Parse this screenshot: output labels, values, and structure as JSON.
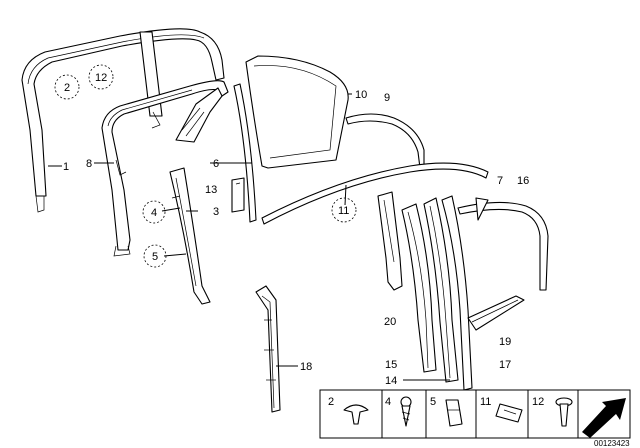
{
  "callouts": [
    {
      "id": "c1",
      "text": "1"
    },
    {
      "id": "c2",
      "text": "2"
    },
    {
      "id": "c12",
      "text": "12"
    },
    {
      "id": "c8",
      "text": "8"
    },
    {
      "id": "c10",
      "text": "10"
    },
    {
      "id": "c9",
      "text": "9"
    },
    {
      "id": "c6",
      "text": "6"
    },
    {
      "id": "c13",
      "text": "13"
    },
    {
      "id": "c4",
      "text": "4"
    },
    {
      "id": "c3",
      "text": "3"
    },
    {
      "id": "c5",
      "text": "5"
    },
    {
      "id": "c11",
      "text": "11"
    },
    {
      "id": "c7",
      "text": "7"
    },
    {
      "id": "c16",
      "text": "16"
    },
    {
      "id": "c20",
      "text": "20"
    },
    {
      "id": "c19",
      "text": "19"
    },
    {
      "id": "c15",
      "text": "15"
    },
    {
      "id": "c17",
      "text": "17"
    },
    {
      "id": "c14",
      "text": "14"
    },
    {
      "id": "c18",
      "text": "18"
    }
  ],
  "legend": {
    "items": [
      {
        "text": "2",
        "icon": "push-clip-icon"
      },
      {
        "text": "4",
        "icon": "screw-icon"
      },
      {
        "text": "5",
        "icon": "clip-bracket-icon"
      },
      {
        "text": "11",
        "icon": "retainer-clip-icon"
      },
      {
        "text": "12",
        "icon": "rivet-icon"
      }
    ]
  },
  "doc_id": "00123423",
  "colors": {
    "ink": "#000000",
    "background": "#ffffff"
  }
}
